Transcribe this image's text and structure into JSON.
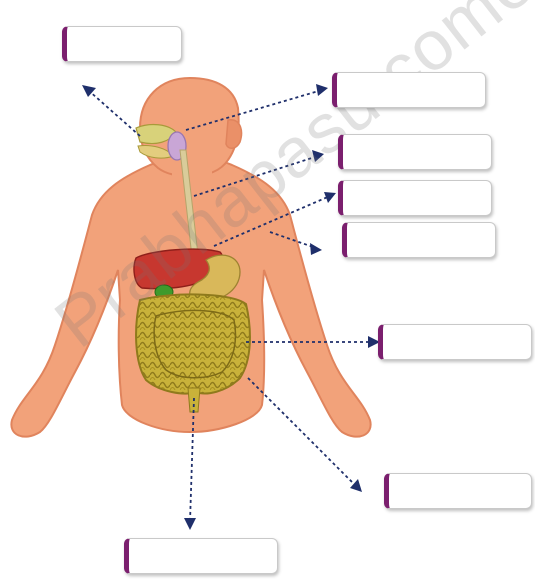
{
  "watermark": "Prabhapasu come",
  "mouth_text": "",
  "labels": [
    {
      "id": "label-mouth",
      "text": ""
    },
    {
      "id": "label-salivary-glands",
      "text": ""
    },
    {
      "id": "label-esophagus",
      "text": ""
    },
    {
      "id": "label-liver",
      "text": ""
    },
    {
      "id": "label-stomach",
      "text": ""
    },
    {
      "id": "label-small-intestine",
      "text": ""
    },
    {
      "id": "label-large-intestine",
      "text": ""
    },
    {
      "id": "label-anus",
      "text": ""
    }
  ],
  "colors": {
    "skin": "#f2a27a",
    "skin_shadow": "#e0845d",
    "liver": "#c7372f",
    "gallbladder": "#3f9a2c",
    "intestine": "#c9b23a",
    "intestine_dark": "#8f7a1c",
    "esophagus": "#d9cc9a",
    "arrow": "#1f2f6b",
    "box_accent": "#7b1f6e"
  }
}
